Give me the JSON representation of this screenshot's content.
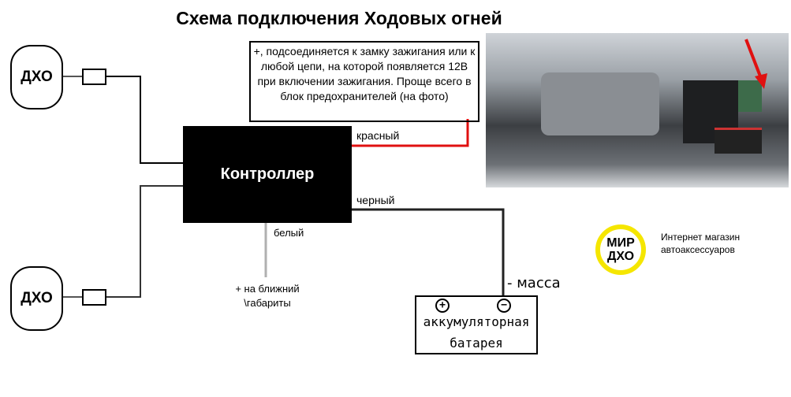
{
  "title": "Схема подключения Ходовых огней",
  "lamp_label": "ДХО",
  "controller_label": "Контроллер",
  "note": "+, подсоединяется к замку зажигания или к любой цепи, на которой появляется 12В при включении зажигания. Проще всего в блок предохранителей (на фото)",
  "wires": {
    "red": "красный",
    "black": "черный",
    "white": "белый"
  },
  "white_target_line1": "+ на ближний",
  "white_target_line2": "\\габариты",
  "ground": "- масса",
  "battery": {
    "plus": "+",
    "minus": "−",
    "line1": "аккумуляторная",
    "line2": "батарея"
  },
  "logo": {
    "line1": "МИР",
    "line2": "ДХО",
    "ring_color": "#f5e600"
  },
  "shop": {
    "line1": "Интернет магазин",
    "line2": "автоаксессуаров"
  },
  "colors": {
    "red_wire": "#e01010",
    "black_wire": "#000000",
    "white_wire": "#b0b0b0"
  }
}
